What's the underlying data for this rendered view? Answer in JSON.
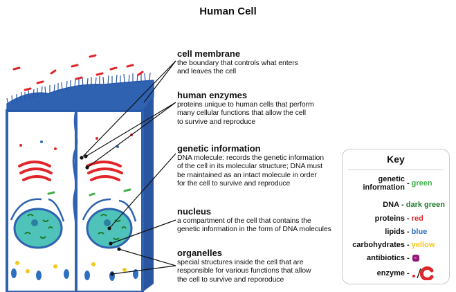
{
  "title": "Human Cell",
  "labels": [
    {
      "heading": "cell membrane",
      "lines": [
        "the boundary that controls what enters",
        "and leaves the cell"
      ]
    },
    {
      "heading": "human enzymes",
      "lines": [
        "proteins unique to human cells that perform",
        "many cellular functions that allow the cell",
        "to survive and reproduce"
      ]
    },
    {
      "heading": "genetic information",
      "lines": [
        "DNA molecule: records the genetic information",
        "of the cell in its molecular structure; DNA must",
        "be maintained as an intact molecule in order",
        "for the cell to survive and reproduce"
      ]
    },
    {
      "heading": "nucleus",
      "lines": [
        "a compartment of the cell that contains the",
        "genetic information in the form of DNA molecules"
      ]
    },
    {
      "heading": "organelles",
      "lines": [
        "special structures inside the cell that are",
        "responsible for various functions that allow",
        "the cell to survive and reporoduce"
      ]
    }
  ],
  "key": {
    "title": "Key",
    "rows": [
      {
        "name_line1": "genetic",
        "name_line2": "information",
        "value": "green",
        "color": "#3fae49"
      },
      {
        "name": "DNA",
        "value": "dark green",
        "color": "#1f7a2a"
      },
      {
        "name": "proteins",
        "value": "red",
        "color": "#e0262a"
      },
      {
        "name": "lipids",
        "value": "blue",
        "color": "#2d6fc0"
      },
      {
        "name": "carbohydrates",
        "value": "yellow",
        "color": "#f2c81a"
      },
      {
        "name": "antibiotics",
        "value": "",
        "icon": "antibiotic-icon",
        "color": "#8a1a7a"
      },
      {
        "name": "enzyme",
        "value": "",
        "icon": "enzyme-icon",
        "color": "#e0262a"
      }
    ]
  }
}
